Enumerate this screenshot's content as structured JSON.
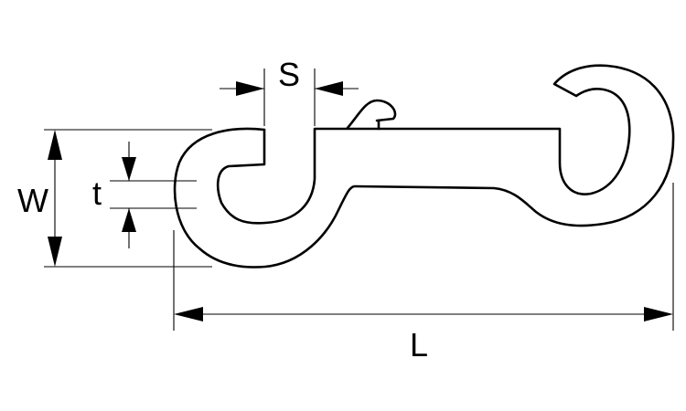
{
  "labels": {
    "gap": "S",
    "width": "W",
    "thickness": "t",
    "length": "L"
  },
  "colors": {
    "line": "#000000",
    "background": "#ffffff"
  }
}
